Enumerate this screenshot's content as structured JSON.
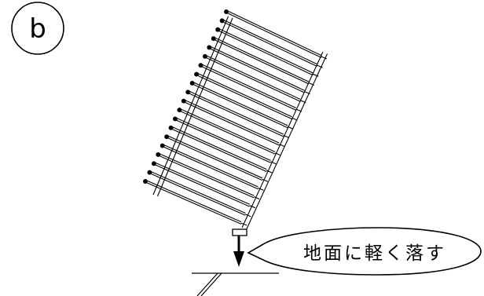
{
  "figure": {
    "panel_label": "b",
    "callout_text": "地面に軽く落す",
    "line_color": "#000000",
    "background_color": "#ffffff",
    "rung_count": 20,
    "icon": "drop-arrow-icon"
  }
}
